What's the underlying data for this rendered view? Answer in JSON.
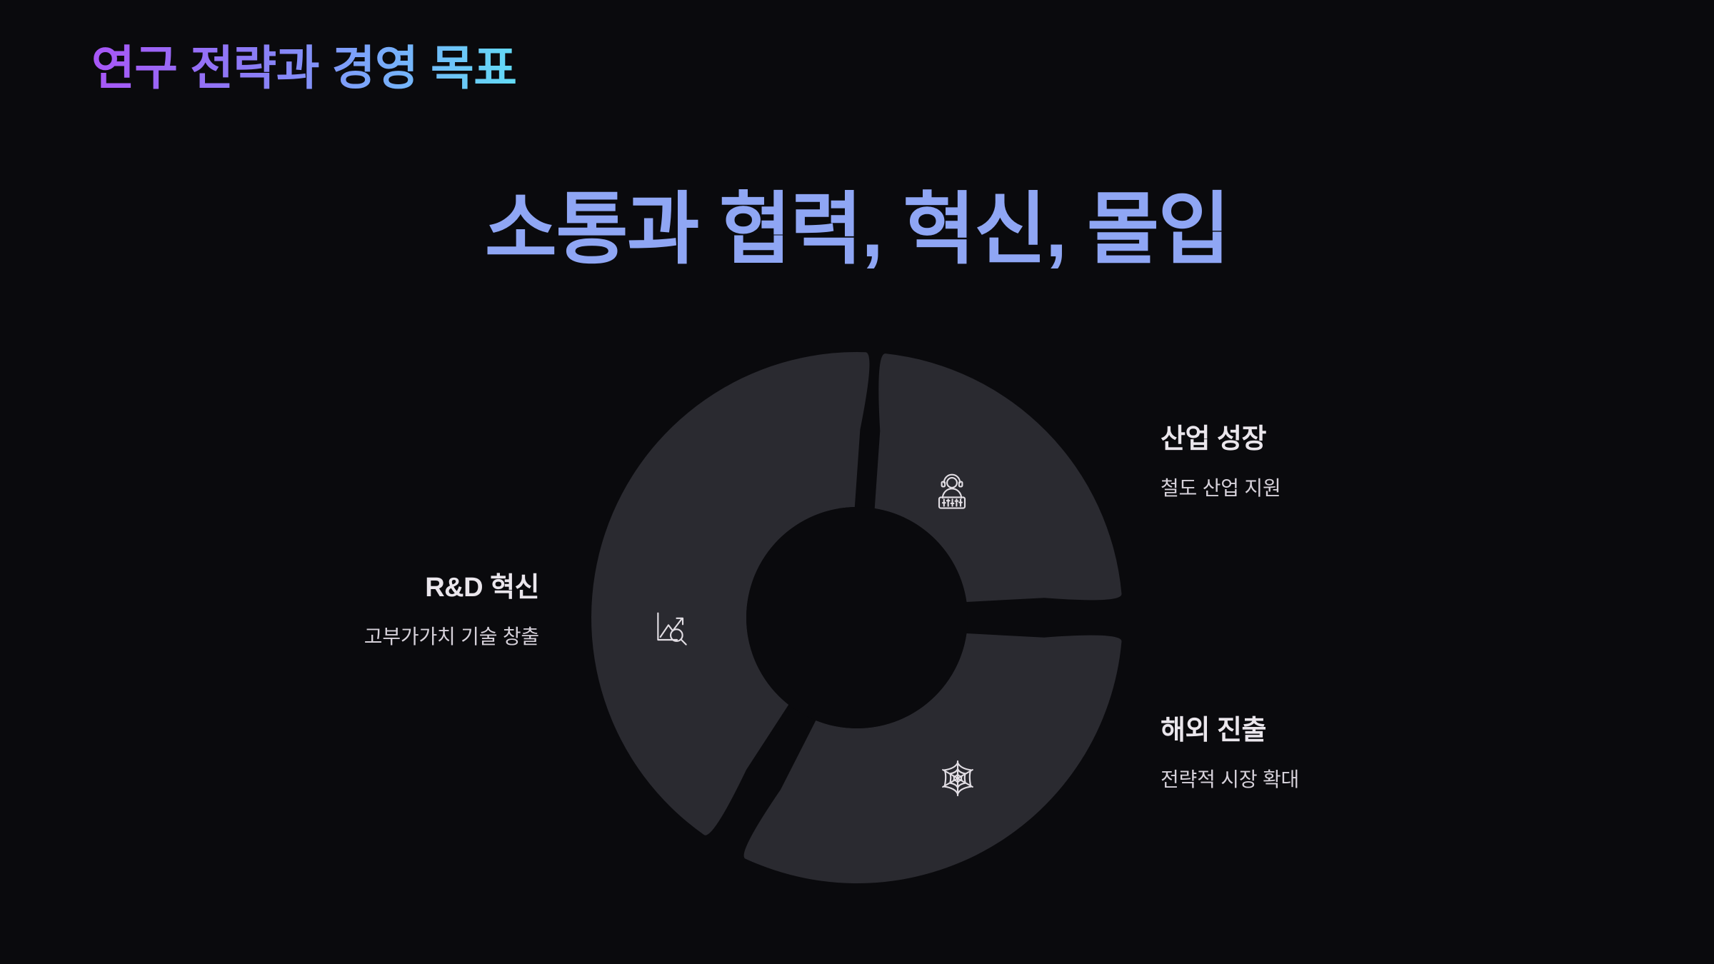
{
  "slide": {
    "background_color": "#0a0a0d",
    "eyebrow": "연구 전략과 경영 목표",
    "eyebrow_gradient_from": "#a855f7",
    "eyebrow_gradient_to": "#62dcf5",
    "headline": "소통과 협력, 혁신, 몰입",
    "headline_color": "#8fa6f4"
  },
  "chart_data": {
    "type": "pie",
    "title": "소통과 협력, 혁신, 몰입",
    "variant": "donut",
    "segment_color": "#2a2a30",
    "gap_color": "#0a0a0d",
    "legend": "inline-callouts",
    "categories": [
      "산업 성장",
      "R&D 혁신",
      "해외 진출"
    ],
    "values": [
      33.3,
      33.3,
      33.3
    ],
    "segments": [
      {
        "id": "industry-growth",
        "label": "산업 성장",
        "sublabel": "철도 산업 지원",
        "icon": "audio-engineer-icon",
        "start_angle": -86,
        "end_angle": -3,
        "callout_side": "right"
      },
      {
        "id": "rnd-innovation",
        "label": "R&D 혁신",
        "sublabel": "고부가가치 기술 창출",
        "icon": "chart-search-icon",
        "start_angle": 123,
        "end_angle": 274,
        "callout_side": "left"
      },
      {
        "id": "overseas-expansion",
        "label": "해외 진출",
        "sublabel": "전략적 시장 확대",
        "icon": "spider-web-icon",
        "start_angle": 3,
        "end_angle": 117,
        "callout_side": "right"
      }
    ]
  }
}
